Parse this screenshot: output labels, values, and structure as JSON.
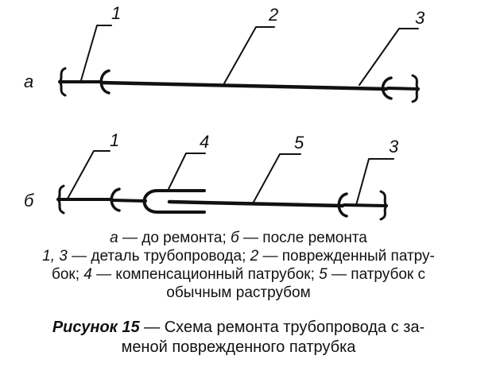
{
  "diagram": {
    "row_a": {
      "row_label": "а",
      "callouts": [
        "1",
        "2",
        "3"
      ]
    },
    "row_b": {
      "row_label": "б",
      "callouts": [
        "1",
        "4",
        "5",
        "3"
      ]
    }
  },
  "legend": {
    "line1": {
      "a_key": "а",
      "a_text": " — до ремонта; ",
      "b_key": "б",
      "b_text": " — после ремонта"
    },
    "line2": {
      "k13": "1, 3",
      "t13": " — деталь трубопровода; ",
      "k2": "2",
      "t2": " — поврежденный патру-"
    },
    "line3": {
      "t_start": "бок; ",
      "k4": "4",
      "t4": " — компенсационный  патрубок; ",
      "k5": "5",
      "t5": " — патрубок с"
    },
    "line4": "обычным раструбом"
  },
  "figure_caption": {
    "label": "Рисунок 15",
    "line1": " — Схема ремонта трубопровода с за-",
    "line2": "меной поврежденного патрубка"
  }
}
